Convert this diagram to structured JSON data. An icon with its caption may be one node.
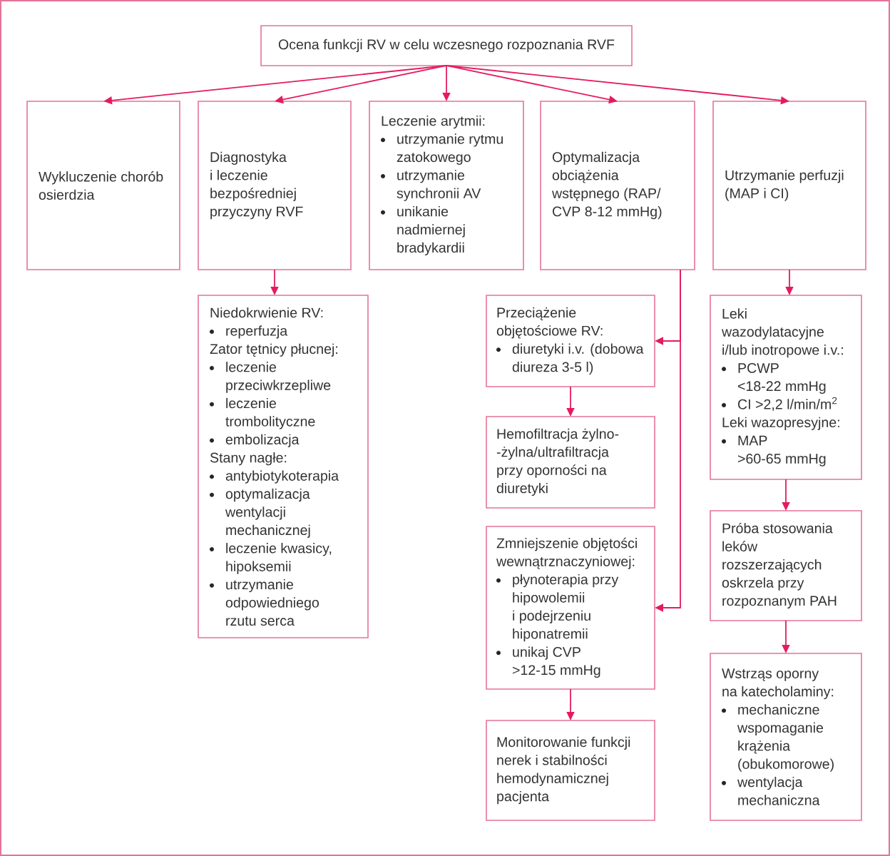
{
  "diagram": {
    "nodes": [
      {
        "text": [
          "Ocena funkcji RV w celu wczesnego rozpoznania RVF"
        ]
      },
      {
        "text": [
          "Wykluczenie chorób osierdzia"
        ]
      },
      {
        "text": [
          "Diagnostyka i leczenie bezpośredniej przyczyny RVF"
        ]
      },
      {
        "text": [
          "Leczenie arytmii:",
          "utrzymanie rytmu zatokowego",
          "utrzymanie synchronii AV",
          "unikanie nadmiernej bradykardii"
        ]
      },
      {
        "text": [
          "Optymalizacja obciążenia wstępnego (RAP/ CVP 8-12 mmHg)"
        ]
      },
      {
        "text": [
          "Utrzymanie perfuzji (MAP i CI)"
        ]
      },
      {
        "text": [
          "Niedokrwienie RV:",
          "reperfuzja",
          "Zator tętnicy płucnej:",
          "leczenie przeciwkrzepliwe",
          "leczenie trombolityczne",
          "embolizacja",
          "Stany nagłe:",
          "antybiotykoterapia",
          "optymalizacja wentylacji mechanicznej",
          "leczenie kwasicy, hipoksemii",
          "utrzymanie odpowiedniego rzutu serca"
        ]
      },
      {
        "text": [
          "Przeciążenie objętościowe RV:",
          "diuretyki i.v. (dobowa diureza 3-5 l)"
        ]
      },
      {
        "text": [
          "Hemofiltracja żylno- -żylna/ultrafiltracja przy oporności na diuretyki"
        ]
      },
      {
        "text": [
          "Zmniejszenie objętości wewnątrznaczyniowej:",
          "płynoterapia przy hipowolemii i podejrzeniu hiponatremii",
          "unikaj CVP >12-15 mmHg"
        ]
      },
      {
        "text": [
          "Monitorowanie funkcji nerek i stabilności hemodynamicznej pacjenta"
        ]
      },
      {
        "text": [
          "Leki wazodylatacyjne i/lub inotropowe i.v.:",
          "PCWP <18-22 mmHg",
          "CI >2,2 l/min/m$^{2}$",
          "Leki wazopresyjne:",
          "MAP >60-65 mmHg"
        ]
      },
      {
        "text": [
          "Próba stosowania leków rozszerzających oskrzela przy rozpoznanym PAH"
        ]
      },
      {
        "text": [
          "Wstrząs oporny na katecholaminy:",
          "mechaniczne wspomaganie krążenia (obukomorowe)",
          "wentylacja mechaniczna"
        ]
      }
    ],
    "edges": [
      {
        "from": 0,
        "to": 1,
        "arrow": "to"
      },
      {
        "from": 0,
        "to": 2,
        "arrow": "to"
      },
      {
        "from": 0,
        "to": 3,
        "arrow": "to"
      },
      {
        "from": 0,
        "to": 4,
        "arrow": "to"
      },
      {
        "from": 0,
        "to": 5,
        "arrow": "to"
      },
      {
        "from": 2,
        "to": 6,
        "arrow": "to"
      },
      {
        "from": 4,
        "to": 7,
        "arrow": "to"
      },
      {
        "from": 4,
        "to": 9,
        "arrow": "to"
      },
      {
        "from": 7,
        "to": 8,
        "arrow": "to"
      },
      {
        "from": 9,
        "to": 10,
        "arrow": "to"
      },
      {
        "from": 5,
        "to": 11,
        "arrow": "to"
      },
      {
        "from": 11,
        "to": 12,
        "arrow": "to"
      },
      {
        "from": 12,
        "to": 13,
        "arrow": "to"
      }
    ]
  }
}
